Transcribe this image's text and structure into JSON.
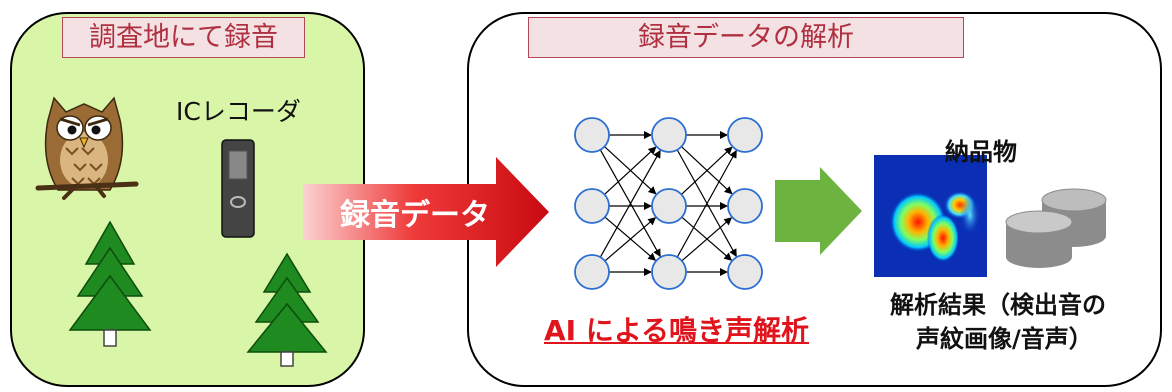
{
  "left_panel": {
    "title": "調査地にて録音",
    "recorder_label": "ICレコーダ",
    "background_color": "#d9f6a8",
    "icons": [
      "owl-icon",
      "ic-recorder-icon",
      "pine-tree-icon"
    ]
  },
  "arrow_red": {
    "label": "録音データ",
    "color": "#e0141c"
  },
  "right_panel": {
    "title": "録音データの解析",
    "ai_label": "AI による鳴き声解析",
    "deliverables_title": "納品物",
    "result_caption_line1": "解析結果（検出音の",
    "result_caption_line2": "声紋画像/音声）",
    "icons": [
      "neural-network-icon",
      "green-arrow-icon",
      "spectrogram-icon",
      "database-icon"
    ]
  },
  "colors": {
    "tab_fill": "#f3e1e3",
    "tab_border": "#b04a58",
    "tab_text": "#b03040",
    "node_fill": "#e8e8e8",
    "node_border": "#2c6fd0",
    "green_arrow": "#6db33f"
  }
}
